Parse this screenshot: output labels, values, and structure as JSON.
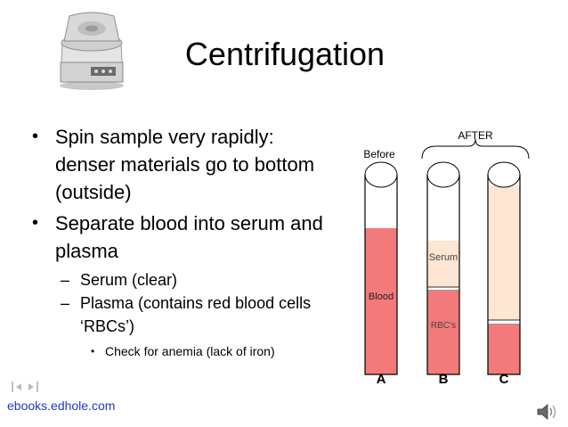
{
  "slide": {
    "title": "Centrifugation",
    "bullets": [
      {
        "text": "Spin sample very rapidly: denser materials go to bottom (outside)"
      },
      {
        "text": "Separate blood into serum and plasma",
        "sub": [
          {
            "text": "Serum (clear)"
          },
          {
            "text": "Plasma (contains red blood cells ‘RBCs’)",
            "sub": [
              {
                "text": "Check for anemia (lack of iron)"
              }
            ]
          }
        ]
      }
    ],
    "footer": "ebooks.edhole.com"
  },
  "diagram": {
    "after_label": "AFTER",
    "before_label": "Before",
    "tubes": [
      {
        "letter": "A",
        "labels": [
          "Blood"
        ]
      },
      {
        "letter": "B",
        "labels": [
          "Serum",
          "RBC’s"
        ]
      },
      {
        "letter": "C",
        "labels": []
      }
    ],
    "colors": {
      "blood": "#f27a7a",
      "serum": "#fde6d2",
      "footer_link": "#1f3bbf"
    }
  },
  "icons": [
    "centrifuge-image",
    "navigation-icon",
    "speaker-icon"
  ]
}
